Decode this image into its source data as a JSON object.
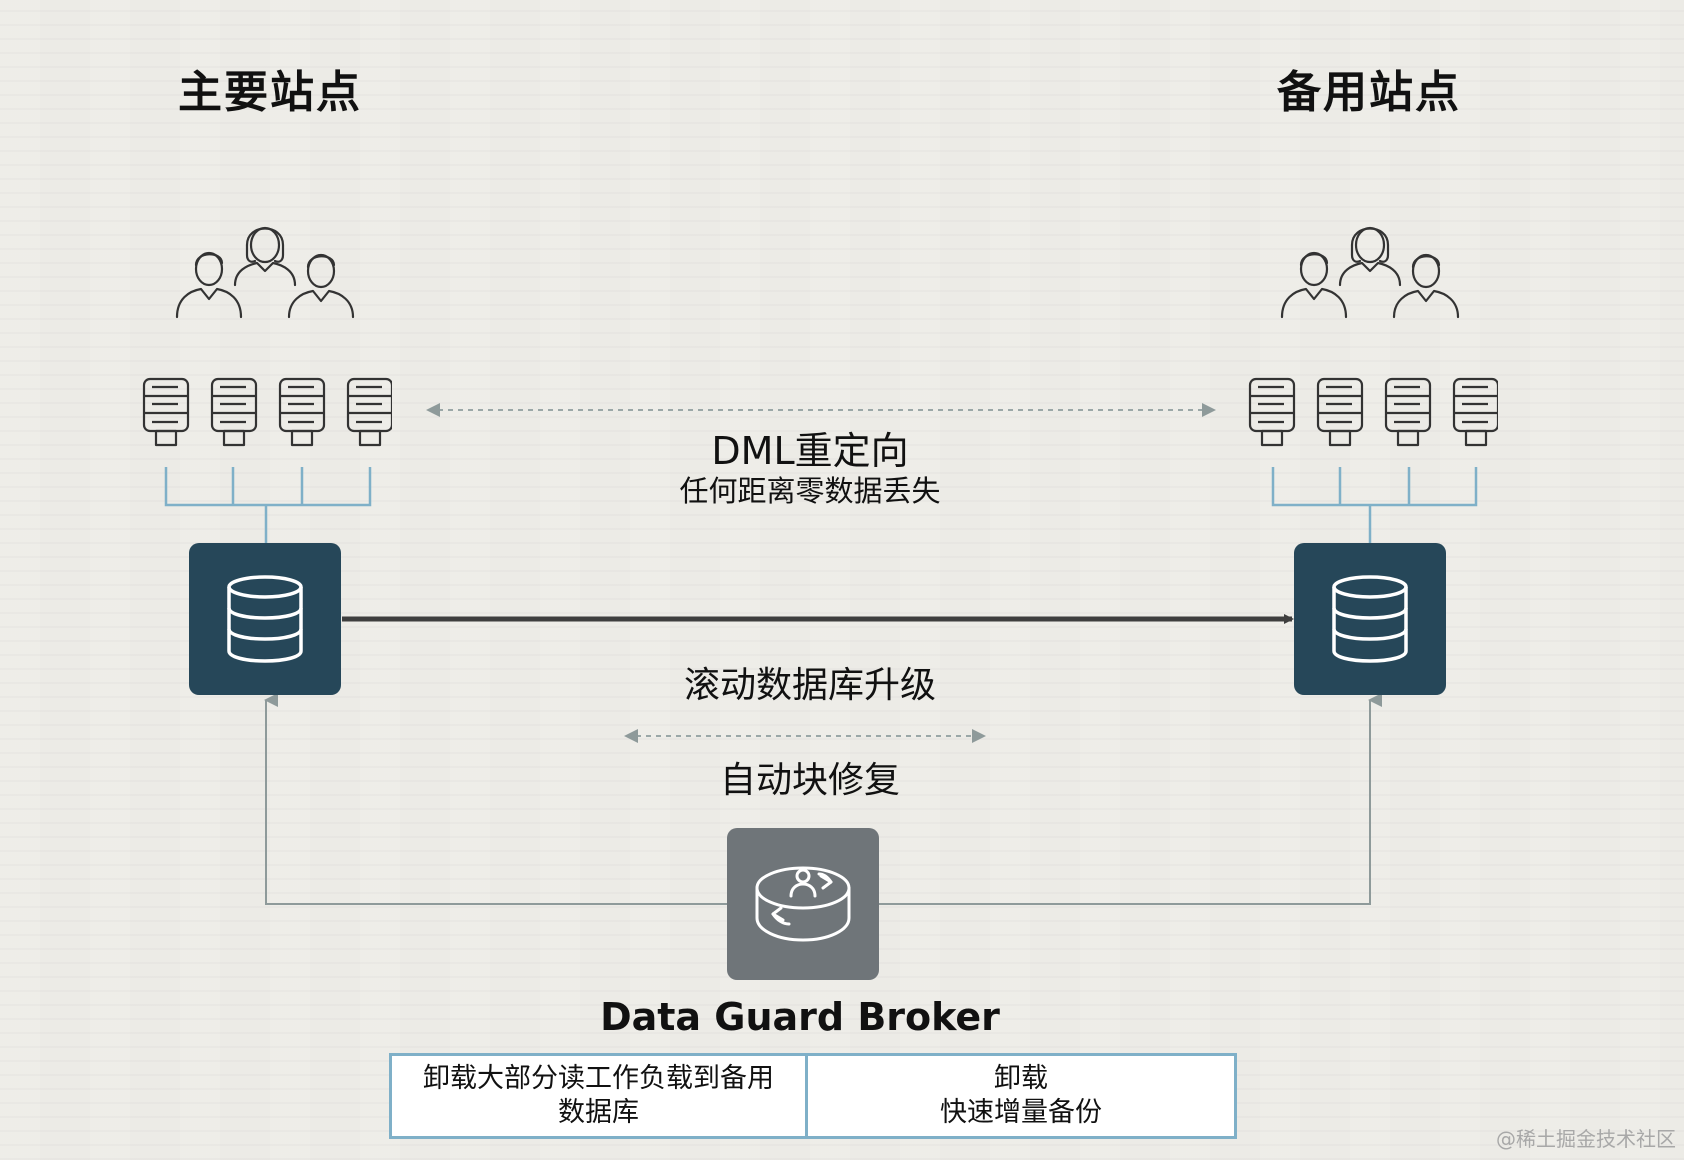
{
  "sites": {
    "primary_title": "主要站点",
    "standby_title": "备用站点"
  },
  "links": {
    "dml_redirect": "DML重定向",
    "zero_data_loss": "任何距离零数据丢失",
    "rolling_upgrade": "滚动数据库升级",
    "auto_block_repair": "自动块修复"
  },
  "broker": {
    "label": "Data Guard Broker"
  },
  "offload_table": {
    "left_line1": "卸载大部分读工作负载到备用",
    "left_line2": "数据库",
    "right_line1": "卸载",
    "right_line2": "快速增量备份"
  },
  "watermark": "@稀土掘金技术社区",
  "colors": {
    "background": "#ecebe6",
    "database_box": "#264759",
    "broker_box": "#6f7579",
    "connector_blue": "#7fb0c8",
    "main_arrow": "#3e3e3e",
    "dashed_arrow": "#9aa7a7"
  }
}
